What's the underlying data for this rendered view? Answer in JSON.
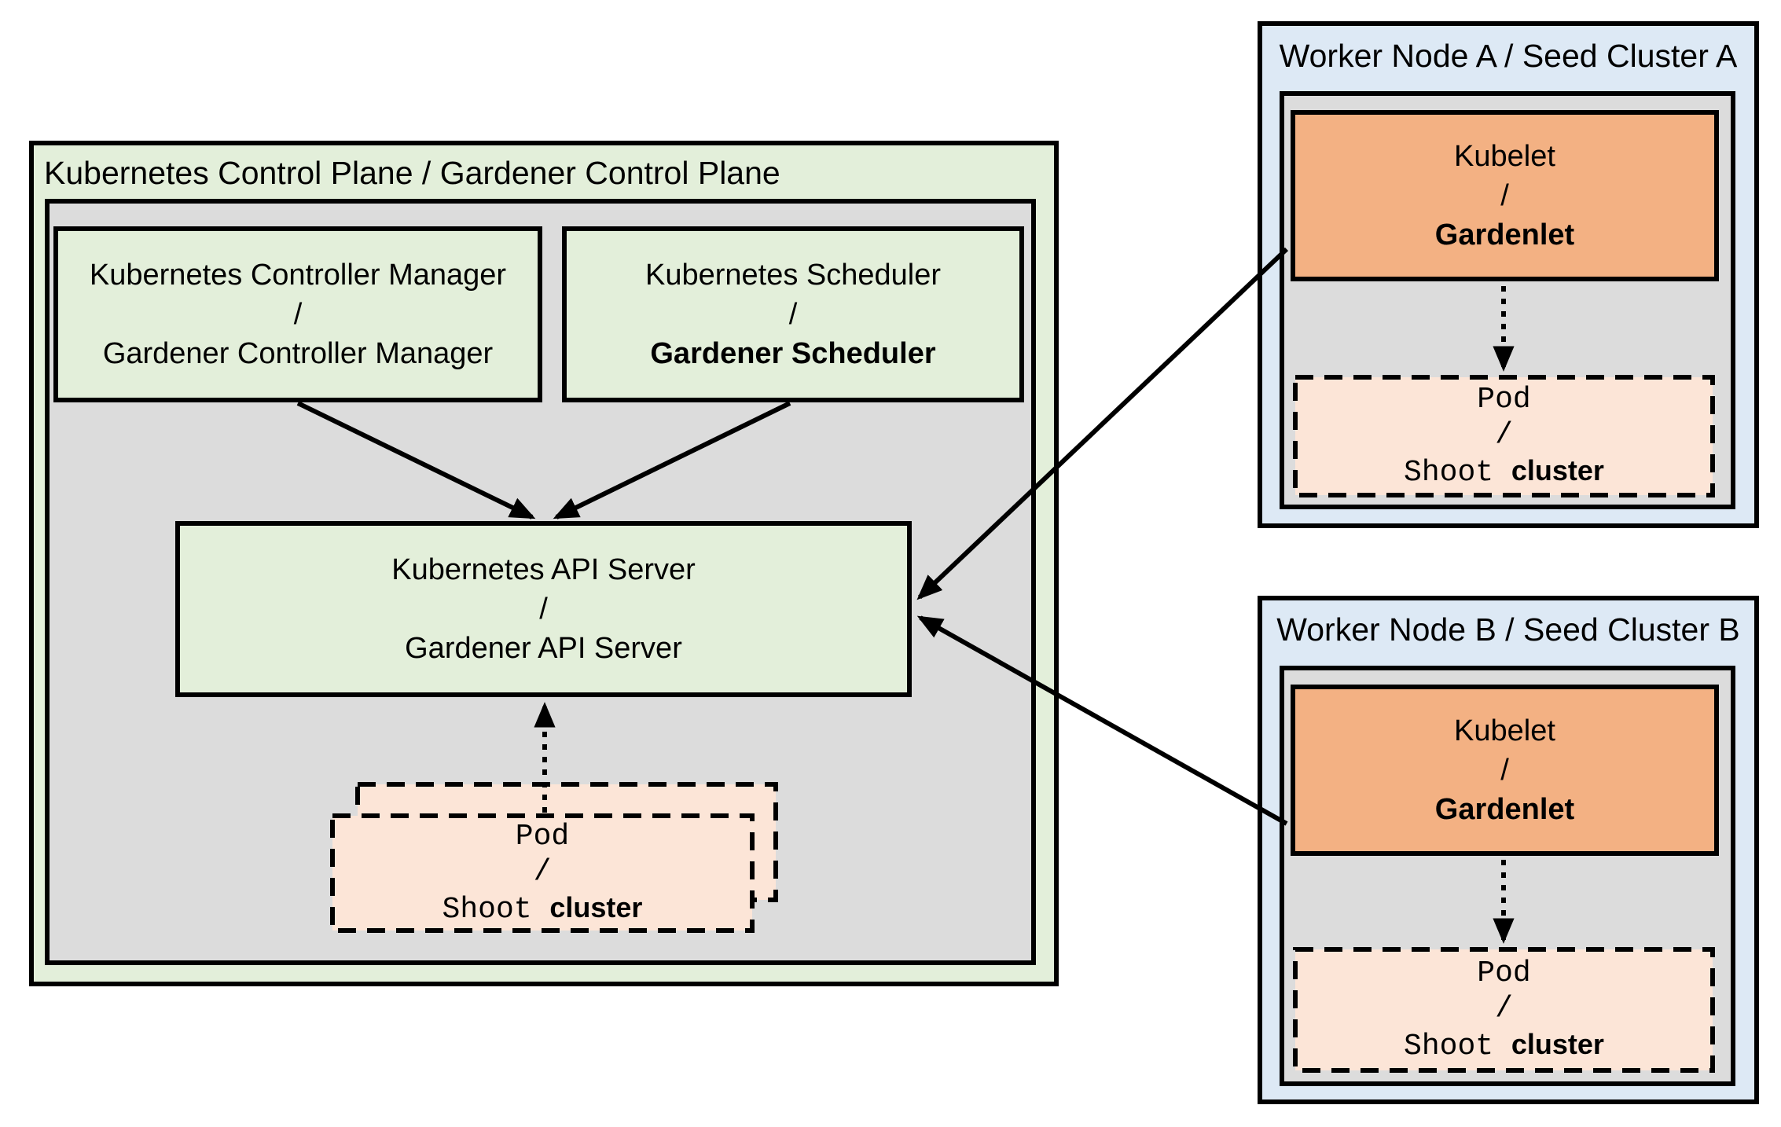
{
  "colors": {
    "background": "#ffffff",
    "green_fill": "#e3efda",
    "gray_fill": "#dcdcdc",
    "blue_fill": "#dde9f5",
    "orange_fill": "#f3b183",
    "peach_fill": "#fce5d7",
    "line": "#000000"
  },
  "control_plane": {
    "title": "Kubernetes Control Plane / Gardener Control Plane",
    "controller_manager_box": {
      "line1": "Kubernetes Controller Manager",
      "separator": "/",
      "line2": "Gardener Controller Manager"
    },
    "scheduler_box": {
      "line1": "Kubernetes Scheduler",
      "separator": "/",
      "line2": "Gardener Scheduler"
    },
    "api_server_box": {
      "line1": "Kubernetes API Server",
      "separator": "/",
      "line2": "Gardener API Server"
    },
    "pod_box": {
      "line1": "Pod",
      "separator": "/",
      "line2_code": "Shoot",
      "line2_plain": "cluster"
    }
  },
  "worker_node_a": {
    "title": "Worker Node A / Seed Cluster A",
    "kubelet_box": {
      "line1": "Kubelet",
      "separator": "/",
      "line2": "Gardenlet"
    },
    "pod_box": {
      "line1": "Pod",
      "separator": "/",
      "line2_code": "Shoot",
      "line2_plain": "cluster"
    }
  },
  "worker_node_b": {
    "title": "Worker Node B / Seed Cluster B",
    "kubelet_box": {
      "line1": "Kubelet",
      "separator": "/",
      "line2": "Gardenlet"
    },
    "pod_box": {
      "line1": "Pod",
      "separator": "/",
      "line2_code": "Shoot",
      "line2_plain": "cluster"
    }
  }
}
